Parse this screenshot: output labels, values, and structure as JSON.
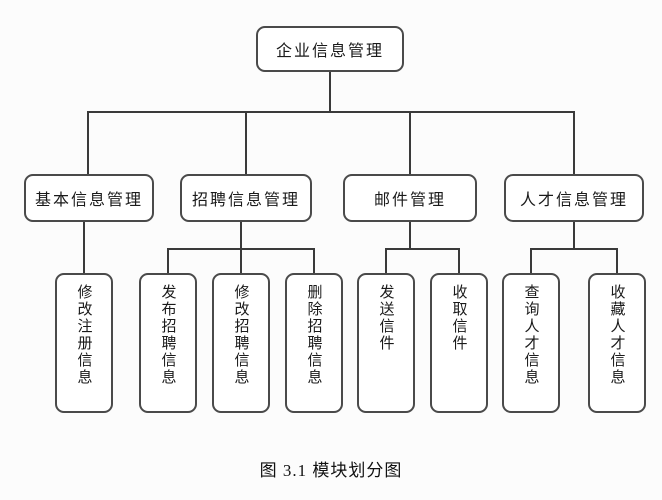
{
  "caption": "图 3.1 模块划分图",
  "colors": {
    "line": "#3a3a3a",
    "box_border": "#4a4a4a",
    "background": "#fcfcfc",
    "text": "#1a1a1a"
  },
  "tree": {
    "root": {
      "label": "企业信息管理"
    },
    "branches": [
      {
        "label": "基本信息管理",
        "children": [
          {
            "label": "修改注册信息"
          }
        ]
      },
      {
        "label": "招聘信息管理",
        "children": [
          {
            "label": "发布招聘信息"
          },
          {
            "label": "修改招聘信息"
          },
          {
            "label": "删除招聘信息"
          }
        ]
      },
      {
        "label": "邮件管理",
        "children": [
          {
            "label": "发送信件"
          },
          {
            "label": "收取信件"
          }
        ]
      },
      {
        "label": "人才信息管理",
        "children": [
          {
            "label": "查询人才信息"
          },
          {
            "label": "收藏人才信息"
          }
        ]
      }
    ]
  }
}
